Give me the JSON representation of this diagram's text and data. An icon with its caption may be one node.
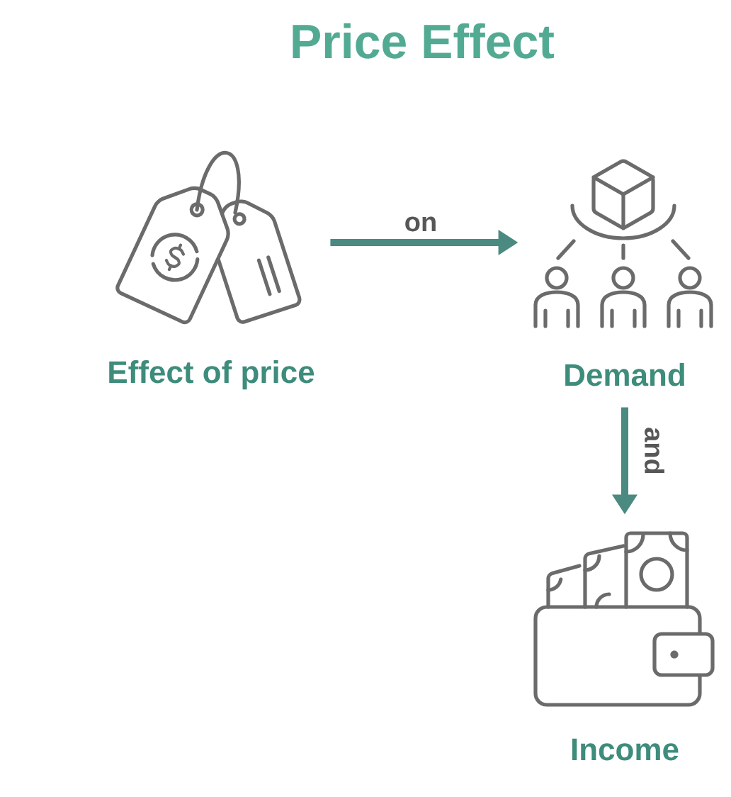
{
  "diagram": {
    "title": "Price Effect",
    "nodes": [
      {
        "text": [],
        "shape": "picture",
        "beside": [
          "Effect of price"
        ]
      },
      {
        "text": [],
        "shape": "picture",
        "beside": [
          "Demand"
        ]
      },
      {
        "text": [],
        "shape": "picture",
        "beside": [
          "Income"
        ]
      }
    ],
    "edges": [
      {
        "from": 0,
        "to": 1,
        "arrow": "to",
        "label": "on"
      },
      {
        "from": 1,
        "to": 2,
        "arrow": "to",
        "label": "and"
      }
    ]
  }
}
